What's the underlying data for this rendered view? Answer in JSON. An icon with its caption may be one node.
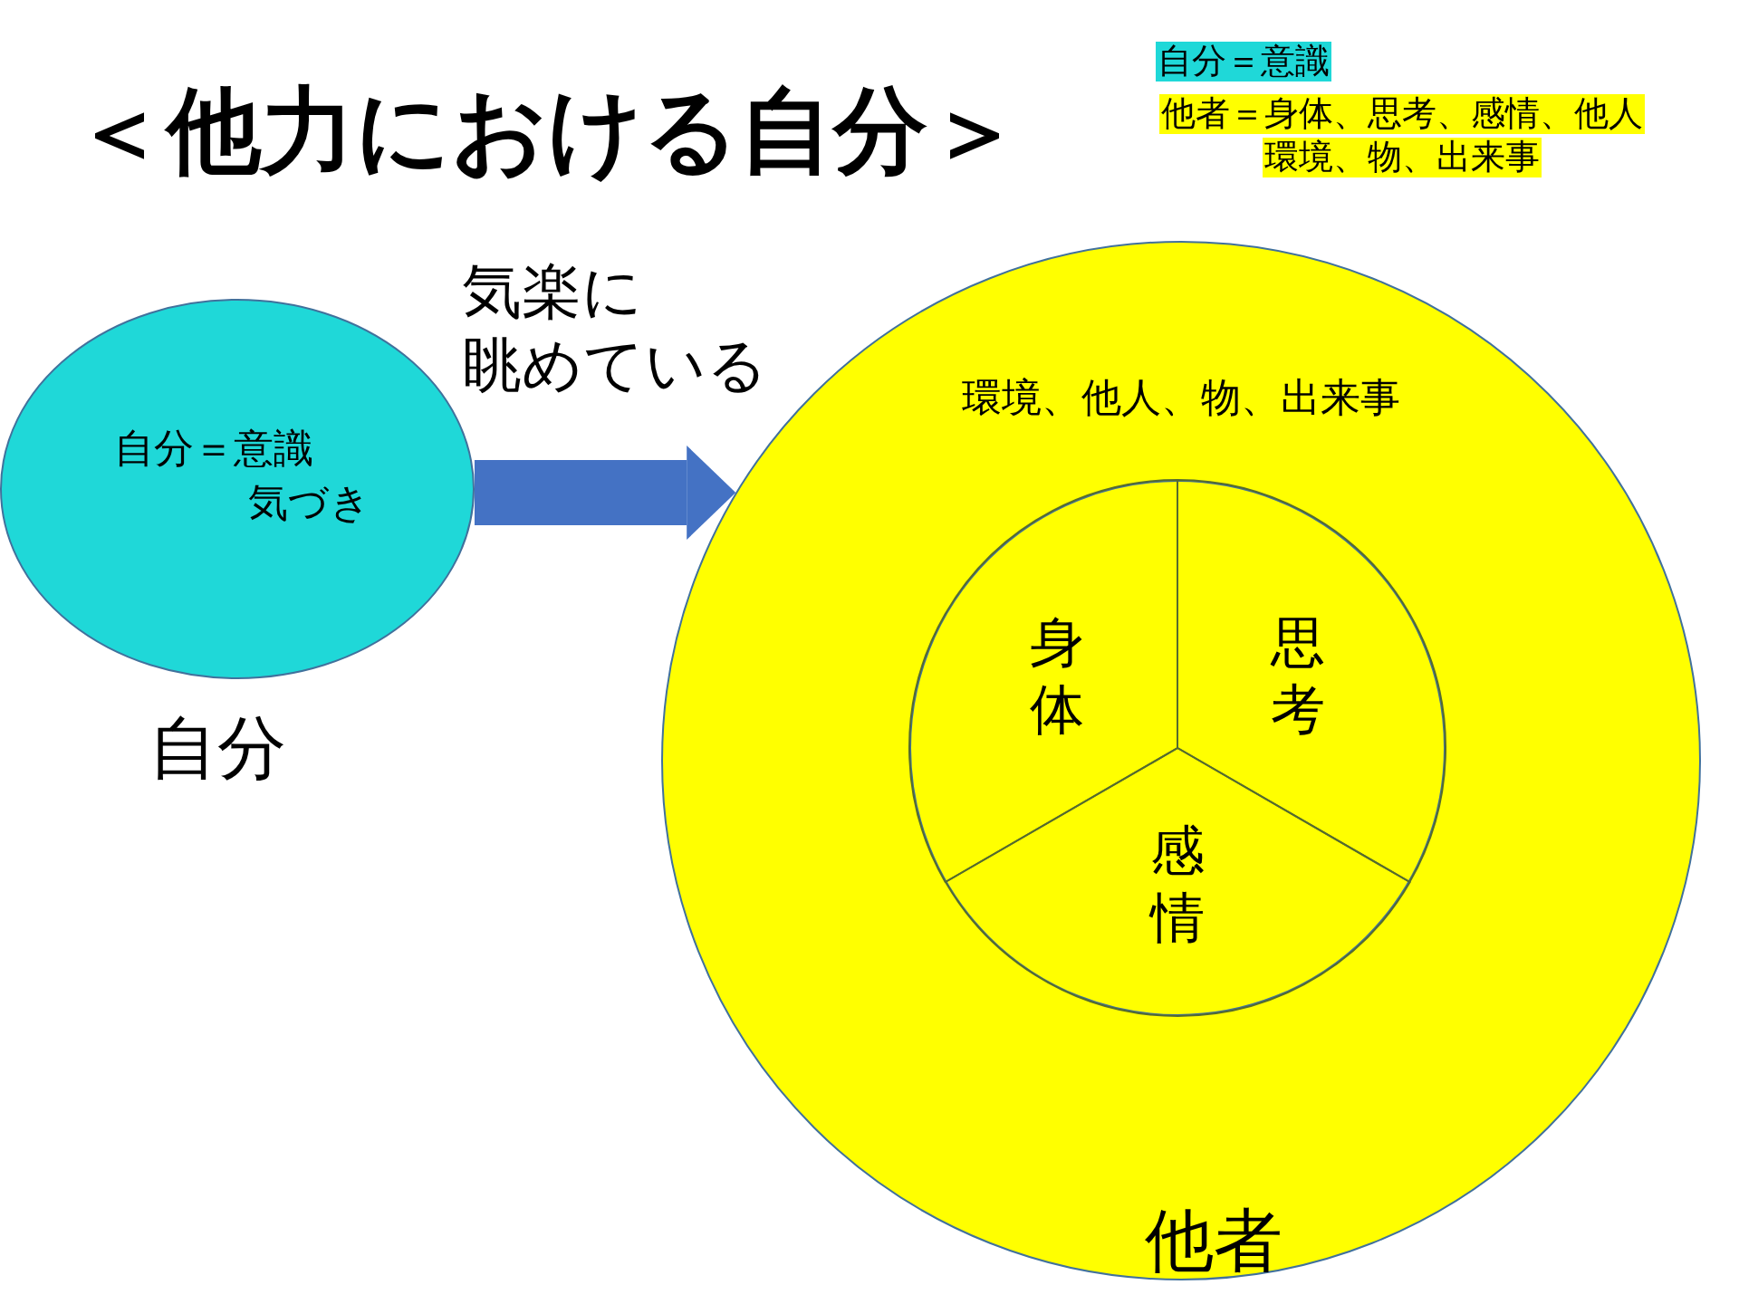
{
  "diagram": {
    "title": "＜他力における自分＞",
    "nodes": [
      {
        "text": [
          "自分＝意識",
          "気づき"
        ],
        "beside": [
          "自分"
        ]
      },
      {
        "text": [
          "環境、他人、物、出来事"
        ],
        "beside": [
          "他者"
        ]
      },
      {
        "text": [],
        "shape": "circle",
        "in": 1
      },
      {
        "text": [
          "身体"
        ],
        "in": 2
      },
      {
        "text": [
          "思考"
        ],
        "in": 2
      },
      {
        "text": [
          "感情"
        ],
        "in": 2
      }
    ],
    "edges": [
      {
        "from": 0,
        "to": 1,
        "arrow": "to",
        "label": "気楽に眺めている"
      }
    ],
    "legend": [
      {
        "text": "自分＝意識",
        "color": "#1fd8d8"
      },
      {
        "text": "他者＝身体、思考、感情、他人環境、物、出来事",
        "color": "#ffff00"
      }
    ]
  }
}
